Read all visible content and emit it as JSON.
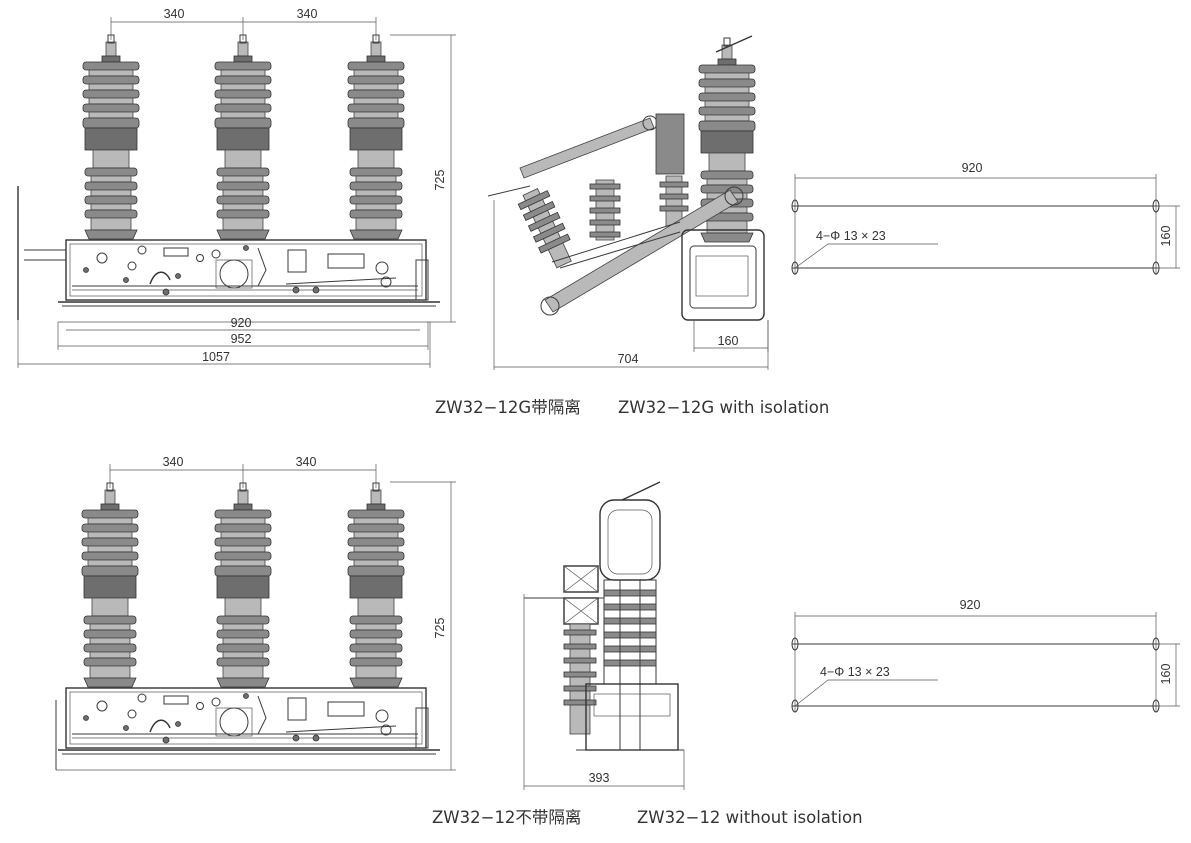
{
  "top": {
    "caption_cn": "ZW32−12G带隔离",
    "caption_en": "ZW32−12G with isolation",
    "front": {
      "spacing1": "340",
      "spacing2": "340",
      "height": "725",
      "w920": "920",
      "w952": "952",
      "w1057": "1057"
    },
    "side": {
      "width": "704",
      "base": "160"
    },
    "mount": {
      "length": "920",
      "width": "160",
      "holes": "4−Φ 13 × 23"
    }
  },
  "bottom": {
    "caption_cn": "ZW32−12不带隔离",
    "caption_en": "ZW32−12 without isolation",
    "front": {
      "spacing1": "340",
      "spacing2": "340",
      "height": "725"
    },
    "side": {
      "width": "393"
    },
    "mount": {
      "length": "920",
      "width": "160",
      "holes": "4−Φ 13 × 23"
    }
  }
}
